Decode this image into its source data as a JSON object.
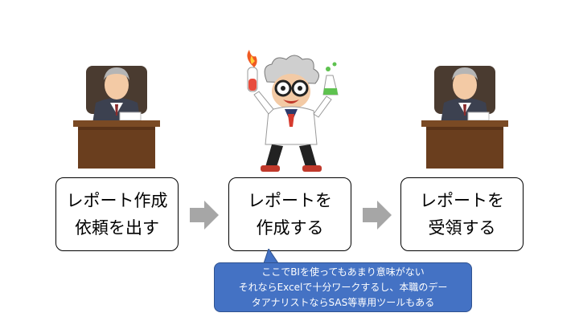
{
  "diagram": {
    "steps": [
      {
        "line1": "レポート作成",
        "line2": "依頼を出す"
      },
      {
        "line1": "レポートを",
        "line2": "作成する"
      },
      {
        "line1": "レポートを",
        "line2": "受領する"
      }
    ],
    "callout": {
      "line1": "ここでBIを使ってもあまり意味がない",
      "line2": "それならExcelで十分ワークするし、本職のデー",
      "line3": "タアナリストならSAS等専用ツールもある"
    },
    "colors": {
      "callout_fill": "#4472C4",
      "arrow": "#A6A6A6"
    },
    "illustrations": [
      "businessman-at-desk-icon",
      "mad-scientist-icon",
      "businessman-at-desk-icon"
    ]
  }
}
